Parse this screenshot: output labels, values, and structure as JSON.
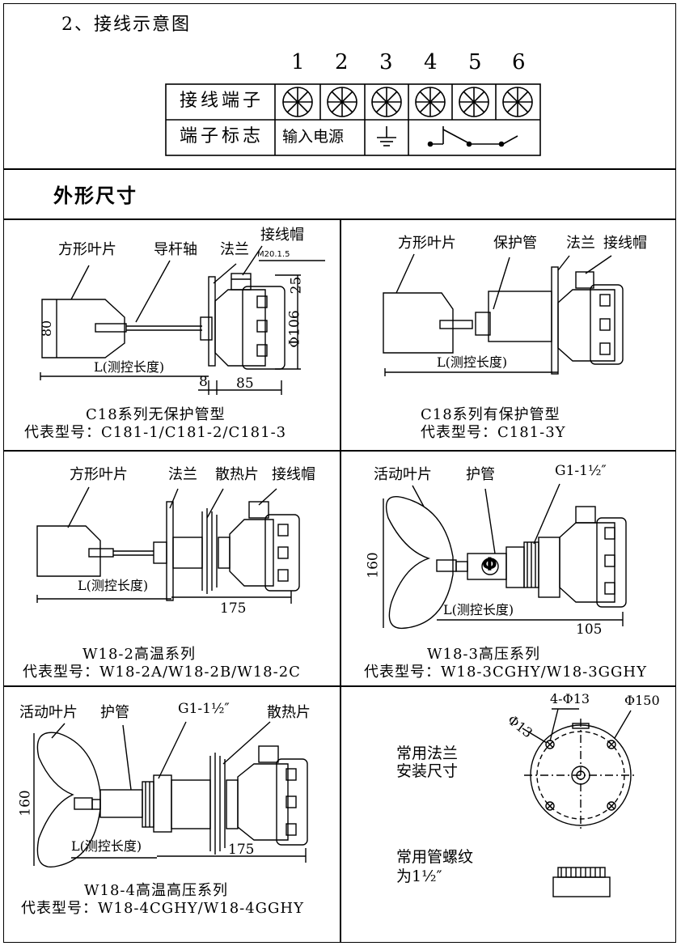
{
  "wiring": {
    "heading": "2、接线示意图",
    "terminal_numbers": [
      "1",
      "2",
      "3",
      "4",
      "5",
      "6"
    ],
    "row_labels": [
      "接线端子",
      "端子标志"
    ],
    "power_label": "输入电源"
  },
  "dimensions": {
    "heading": "外形尺寸"
  },
  "panels": {
    "c18_no_guard": {
      "labels": [
        "方形叶片",
        "导杆轴",
        "法兰",
        "接线帽"
      ],
      "thread": "M20.1.5",
      "dims": [
        "80",
        "L(测控长度)",
        "8",
        "85",
        "Φ106",
        "25"
      ],
      "caption": [
        "C18系列无保护管型",
        "代表型号：C181-1/C181-2/C181-3"
      ]
    },
    "c18_guard": {
      "labels": [
        "方形叶片",
        "保护管",
        "法兰",
        "接线帽"
      ],
      "dims": [
        "L(测控长度)"
      ],
      "caption": [
        "C18系列有保护管型",
        "代表型号：C181-3Y"
      ]
    },
    "w18_2": {
      "labels": [
        "方形叶片",
        "法兰",
        "散热片",
        "接线帽"
      ],
      "dims": [
        "L(测控长度)",
        "175"
      ],
      "caption": [
        "W18-2高温系列",
        "代表型号：W18-2A/W18-2B/W18-2C"
      ]
    },
    "w18_3": {
      "labels": [
        "活动叶片",
        "护管",
        "G1-1½″"
      ],
      "dims": [
        "160",
        "L(测控长度)",
        "105",
        "Φ"
      ],
      "caption": [
        "W18-3高压系列",
        "代表型号：W18-3CGHY/W18-3GGHY"
      ]
    },
    "w18_4": {
      "labels": [
        "活动叶片",
        "护管",
        "G1-1½″",
        "散热片"
      ],
      "dims": [
        "160",
        "L(测控长度)",
        "175"
      ],
      "caption": [
        "W18-4高温高压系列",
        "代表型号：W18-4CGHY/W18-4GGHY"
      ]
    },
    "flange": {
      "label_flange": [
        "常用法兰",
        "安装尺寸"
      ],
      "label_thread": [
        "常用管螺纹",
        "为1½″"
      ],
      "dims": [
        "4-Φ13",
        "Φ150",
        "Φ13"
      ]
    }
  }
}
